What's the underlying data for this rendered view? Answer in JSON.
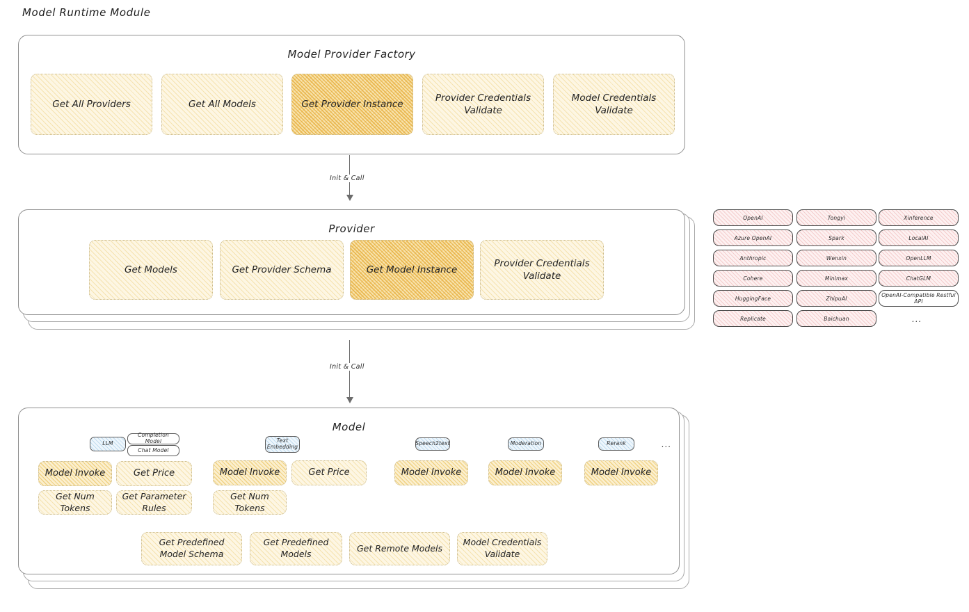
{
  "page": {
    "title": "Model Runtime Module"
  },
  "sections": {
    "factory": {
      "title": "Model Provider Factory",
      "nodes": [
        {
          "label": "Get All Providers",
          "highlight": false
        },
        {
          "label": "Get All Models",
          "highlight": false
        },
        {
          "label": "Get Provider Instance",
          "highlight": true
        },
        {
          "label": "Provider Credentials Validate",
          "highlight": false
        },
        {
          "label": "Model Credentials Validate",
          "highlight": false
        }
      ]
    },
    "provider": {
      "title": "Provider",
      "nodes": [
        {
          "label": "Get Models",
          "highlight": false
        },
        {
          "label": "Get Provider Schema",
          "highlight": false
        },
        {
          "label": "Get Model Instance",
          "highlight": true
        },
        {
          "label": "Provider Credentials Validate",
          "highlight": false
        }
      ]
    },
    "model": {
      "title": "Model",
      "types": [
        {
          "badge": "LLM",
          "sub_badges": [
            "Completion Model",
            "Chat Model"
          ],
          "ops": [
            "Model Invoke",
            "Get Price",
            "Get Num Tokens",
            "Get Parameter Rules"
          ]
        },
        {
          "badge": "Text Embedding",
          "sub_badges": [],
          "ops": [
            "Model Invoke",
            "Get Price",
            "Get Num Tokens"
          ]
        },
        {
          "badge": "Speech2text",
          "sub_badges": [],
          "ops": [
            "Model Invoke"
          ]
        },
        {
          "badge": "Moderation",
          "sub_badges": [],
          "ops": [
            "Model Invoke"
          ]
        },
        {
          "badge": "Rerank",
          "sub_badges": [],
          "ops": [
            "Model Invoke"
          ]
        }
      ],
      "more_types": "...",
      "common_ops": [
        "Get Predefined Model Schema",
        "Get Predefined Models",
        "Get Remote Models",
        "Model Credentials Validate"
      ]
    }
  },
  "arrows": [
    {
      "label": "Init & Call"
    },
    {
      "label": "Init & Call"
    }
  ],
  "provider_list": {
    "columns": [
      [
        "OpenAI",
        "Azure OpenAI",
        "Anthropic",
        "Cohere",
        "HuggingFace",
        "Replicate"
      ],
      [
        "Tongyi",
        "Spark",
        "Wenxin",
        "Minimax",
        "ZhipuAI",
        "Baichuan"
      ],
      [
        "Xinference",
        "LocalAI",
        "OpenLLM",
        "ChatGLM",
        "OpenAI-Compatible Restful API",
        "..."
      ]
    ]
  },
  "colors": {
    "highlight_fill": "#f8e3ad",
    "node_fill": "#fdf6e3",
    "chip_fill": "#fdf1f1",
    "badge_fill": "#eef6fc",
    "stroke": "#8f8f8f"
  }
}
